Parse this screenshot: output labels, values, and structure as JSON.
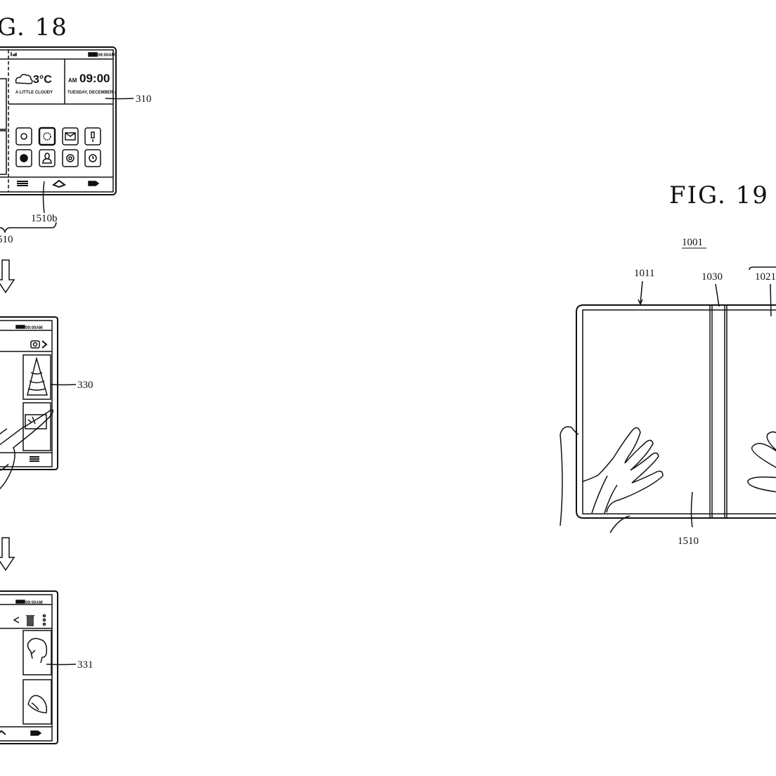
{
  "fig18": {
    "title": "G. 18",
    "screen1": {
      "status_time": "09:00AM",
      "temperature": "3°C",
      "weather_text": "A LITTLE CLOUDY",
      "am_label": "AM",
      "clock": "09:00",
      "date_text": "TUESDAY, DECEMBER 2",
      "icons": [
        "camera-icon",
        "flower-icon",
        "mail-icon",
        "microphone-icon",
        "globe-icon",
        "contact-icon",
        "settings-icon",
        "clock-icon"
      ],
      "nav_icons": [
        "menu-icon",
        "home-icon",
        "back-icon"
      ]
    },
    "screen2": {
      "status_time": "09:00AM"
    },
    "screen3": {
      "status_time": "09:00AM"
    },
    "labels": {
      "ref_310": "310",
      "ref_1510b": "1510b",
      "ref_1510": "510",
      "ref_330": "330",
      "ref_331": "331"
    }
  },
  "fig19": {
    "title": "FIG. 19",
    "labels": {
      "ref_1001": "1001",
      "ref_1011": "1011",
      "ref_1030": "1030",
      "ref_1021": "1021",
      "ref_1510": "1510"
    }
  }
}
